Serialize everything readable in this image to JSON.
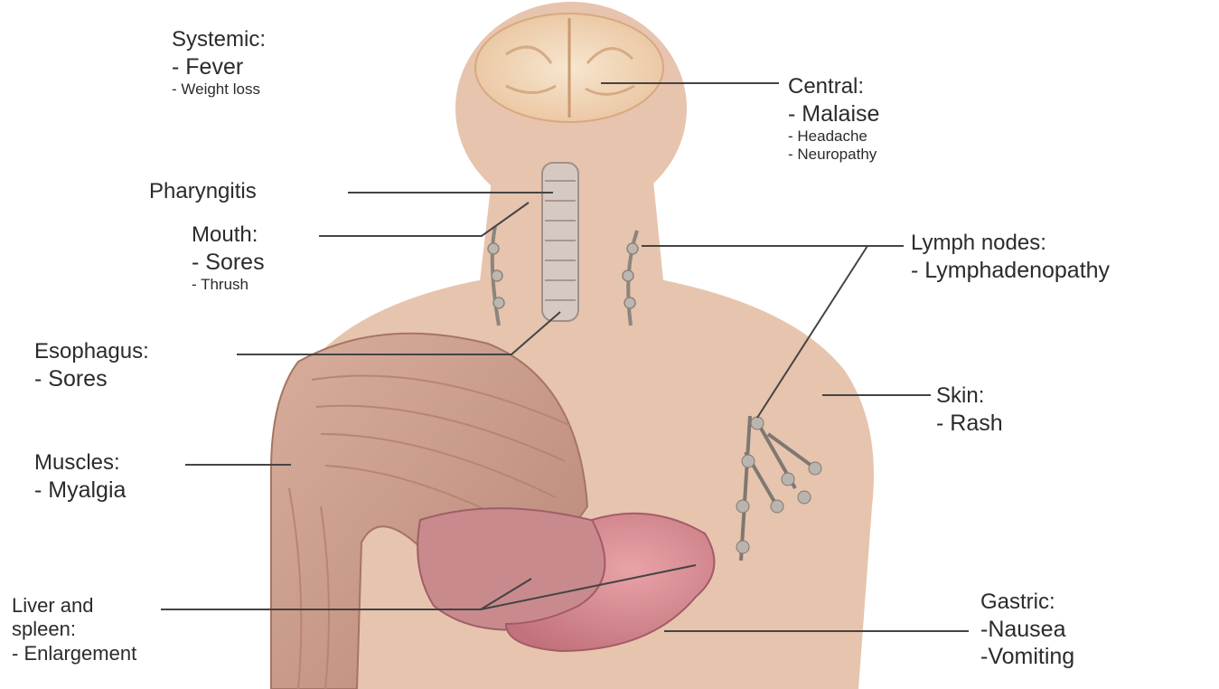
{
  "labels": {
    "systemic": {
      "title": "Systemic:",
      "items": [
        "- Fever",
        "- Weight loss"
      ]
    },
    "central": {
      "title": "Central:",
      "items": [
        "- Malaise",
        "- Headache",
        "- Neuropathy"
      ]
    },
    "pharyngitis": {
      "title": "Pharyngitis"
    },
    "mouth": {
      "title": "Mouth:",
      "items": [
        "- Sores",
        "- Thrush"
      ]
    },
    "lymph": {
      "title": "Lymph nodes:",
      "items": [
        "- Lymphadenopathy"
      ]
    },
    "esophagus": {
      "title": "Esophagus:",
      "items": [
        "- Sores"
      ]
    },
    "skin": {
      "title": "Skin:",
      "items": [
        "- Rash"
      ]
    },
    "muscles": {
      "title": "Muscles:",
      "items": [
        "- Myalgia"
      ]
    },
    "liver": {
      "title": "Liver and",
      "title2": "spleen:",
      "items": [
        "- Enlargement"
      ]
    },
    "gastric": {
      "title": "Gastric:",
      "items": [
        "-Nausea",
        "-Vomiting"
      ]
    }
  },
  "colors": {
    "skin": "#e7c4ae",
    "brain": "#f3d7b6",
    "muscle": "#cfa08f",
    "organ": "#c9848f",
    "line": "#444444"
  }
}
